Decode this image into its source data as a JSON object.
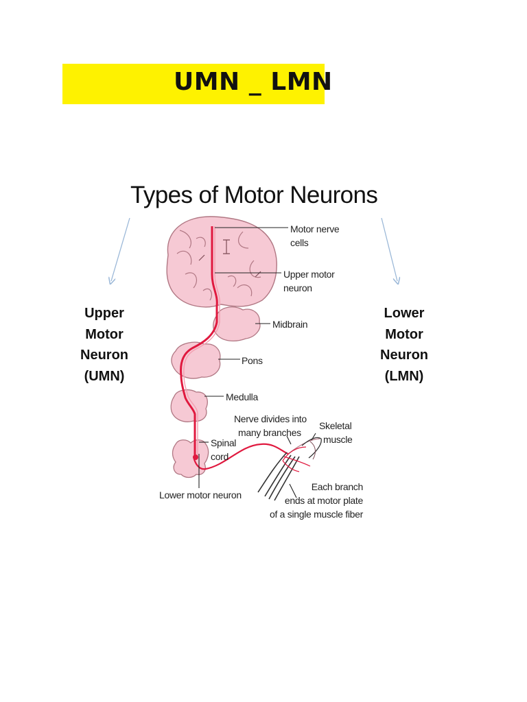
{
  "header": {
    "title": "UMN _ LMN",
    "band_color": "#fef200"
  },
  "diagram": {
    "title": "Types of Motor Neurons",
    "left_category": {
      "lines": [
        "Upper",
        "Motor",
        "Neuron",
        "(UMN)"
      ]
    },
    "right_category": {
      "lines": [
        "Lower",
        "Motor",
        "Neuron",
        "(LMN)"
      ]
    },
    "labels": {
      "motor_nerve_cells": [
        "Motor nerve",
        "cells"
      ],
      "upper_motor_neuron": [
        "Upper motor",
        "neuron"
      ],
      "midbrain": "Midbrain",
      "pons": "Pons",
      "medulla": "Medulla",
      "nerve_divides": [
        "Nerve divides into",
        "many branches"
      ],
      "skeletal_muscle": [
        "Skeletal",
        "muscle"
      ],
      "spinal_cord": [
        "Spinal",
        "cord"
      ],
      "lower_motor_neuron": "Lower motor neuron",
      "each_branch": [
        "Each branch",
        "ends at motor plate",
        "of a single muscle fiber"
      ]
    },
    "colors": {
      "tissue_fill": "#f6c9d4",
      "tissue_outline": "#b07783",
      "neuron": "#e0193f",
      "arrow": "#9bb8d8",
      "text": "#111111"
    }
  }
}
